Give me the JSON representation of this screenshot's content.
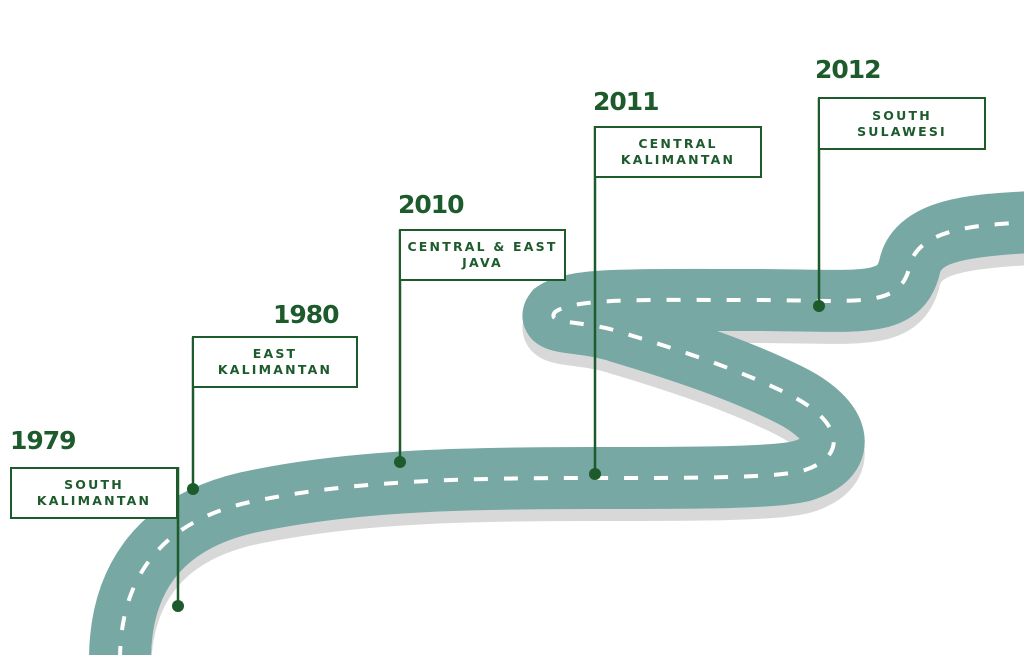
{
  "milestones": [
    {
      "year": "1979",
      "place": "SOUTH\nKALIMANTAN"
    },
    {
      "year": "1980",
      "place": "EAST\nKALIMANTAN"
    },
    {
      "year": "2010",
      "place": "CENTRAL & EAST\nJAVA"
    },
    {
      "year": "2011",
      "place": "CENTRAL\nKALIMANTAN"
    },
    {
      "year": "2012",
      "place": "SOUTH\nSULAWESI"
    }
  ],
  "colors": {
    "road": "#78a8a3",
    "road_shadow": "#d8d8d8",
    "lane_marking": "#ffffff",
    "accent": "#1d5a2c",
    "background": "#ffffff"
  }
}
